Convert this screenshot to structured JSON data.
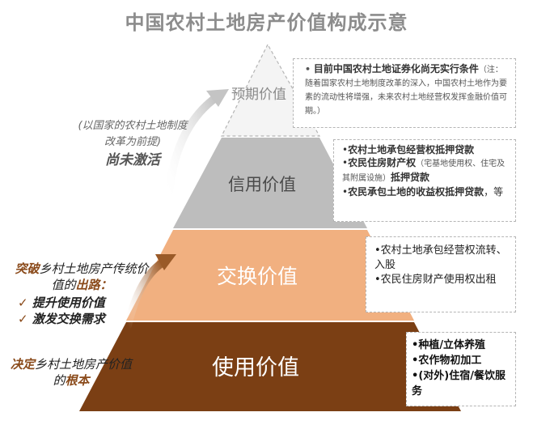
{
  "title": "中国农村土地房产价值构成示意",
  "colors": {
    "expected_tier": "#f4f4f4",
    "credit_tier": "#bdbdbd",
    "exchange_tier": "#f1b080",
    "use_tier": "#7b3f14",
    "accent": "#8a4a1a",
    "arrow": "#cfcfcf",
    "title": "#8c8c8c"
  },
  "tiers": [
    {
      "label": "预期价值",
      "bullets": [
        {
          "bold": "目前中国农村土地证券化尚无实行条件",
          "rest": "（注：随着国家农村土地制度改革的深入，中国农村土地作为要素的流动性将增强，未来农村土地经营权发挥金融价值可期。）"
        }
      ]
    },
    {
      "label": "信用价值",
      "bullets": [
        {
          "bold": "农村土地承包经营权抵押贷款",
          "rest": ""
        },
        {
          "bold": "农民住房财产权",
          "rest": "（宅基地使用权、住宅及其附属设施）",
          "bold2": "抵押贷款"
        },
        {
          "bold": "农民承包土地的收益权抵押贷款",
          "rest": "，等"
        }
      ]
    },
    {
      "label": "交换价值",
      "bullets": [
        {
          "text": "农村土地承包经营权流转、入股"
        },
        {
          "text": "农民住房财产使用权出租"
        }
      ]
    },
    {
      "label": "使用价值",
      "bullets": [
        {
          "text": "种植/立体养殖"
        },
        {
          "text": "农作物初加工"
        },
        {
          "text": "(对外)住宿/餐饮服务"
        }
      ]
    }
  ],
  "side_notes": {
    "expected": {
      "paren": "(以国家的农村土地制度改革为前提)",
      "bold": "尚未激活"
    },
    "exchange": {
      "lead_bold": "突破",
      "lead_rest": "乡村土地房产传统价值的",
      "lead_bold2": "出路：",
      "items": [
        "提升使用价值",
        "激发交换需求"
      ]
    },
    "use": {
      "bold": "决定",
      "rest": "乡村土地房产价值的",
      "bold2": "根本"
    }
  }
}
